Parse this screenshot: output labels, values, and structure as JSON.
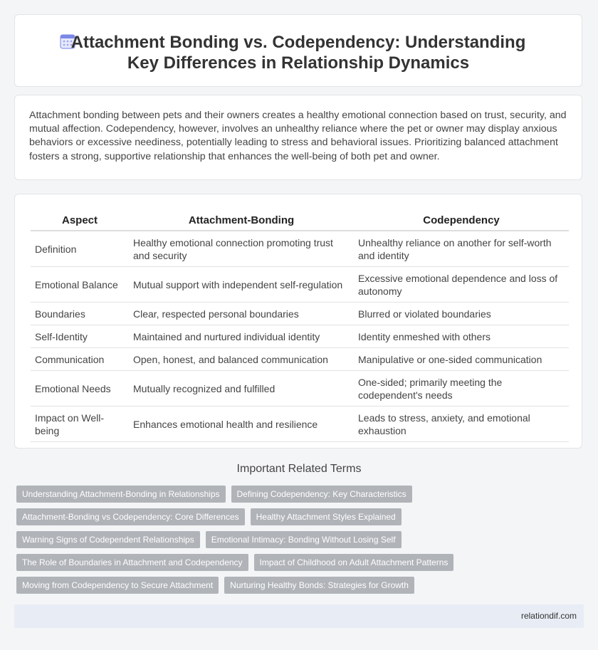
{
  "header": {
    "title": "Attachment Bonding vs. Codependency: Understanding Key Differences in Relationship Dynamics",
    "icon": "calendar-icon"
  },
  "intro": {
    "text": "Attachment bonding between pets and their owners creates a healthy emotional connection based on trust, security, and mutual affection. Codependency, however, involves an unhealthy reliance where the pet or owner may display anxious behaviors or excessive neediness, potentially leading to stress and behavioral issues. Prioritizing balanced attachment fosters a strong, supportive relationship that enhances the well-being of both pet and owner."
  },
  "table": {
    "headers": [
      "Aspect",
      "Attachment-Bonding",
      "Codependency"
    ],
    "rows": [
      [
        "Definition",
        "Healthy emotional connection promoting trust and security",
        "Unhealthy reliance on another for self-worth and identity"
      ],
      [
        "Emotional Balance",
        "Mutual support with independent self-regulation",
        "Excessive emotional dependence and loss of autonomy"
      ],
      [
        "Boundaries",
        "Clear, respected personal boundaries",
        "Blurred or violated boundaries"
      ],
      [
        "Self-Identity",
        "Maintained and nurtured individual identity",
        "Identity enmeshed with others"
      ],
      [
        "Communication",
        "Open, honest, and balanced communication",
        "Manipulative or one-sided communication"
      ],
      [
        "Emotional Needs",
        "Mutually recognized and fulfilled",
        "One-sided; primarily meeting the codependent's needs"
      ],
      [
        "Impact on Well-being",
        "Enhances emotional health and resilience",
        "Leads to stress, anxiety, and emotional exhaustion"
      ]
    ]
  },
  "related": {
    "heading": "Important Related Terms",
    "tags": [
      [
        "Understanding Attachment-Bonding in Relationships",
        "Defining Codependency: Key Characteristics"
      ],
      [
        "Attachment-Bonding vs Codependency: Core Differences",
        "Healthy Attachment Styles Explained"
      ],
      [
        "Warning Signs of Codependent Relationships",
        "Emotional Intimacy: Bonding Without Losing Self"
      ],
      [
        "The Role of Boundaries in Attachment and Codependency",
        "Impact of Childhood on Adult Attachment Patterns"
      ],
      [
        "Moving from Codependency to Secure Attachment",
        "Nurturing Healthy Bonds: Strategies for Growth"
      ]
    ]
  },
  "footer": {
    "text": "relationdif.com"
  },
  "colors": {
    "tag_bg": "#b0b3b8",
    "footer_bg": "#e8ecf4",
    "icon_accent": "#6c7be8"
  }
}
